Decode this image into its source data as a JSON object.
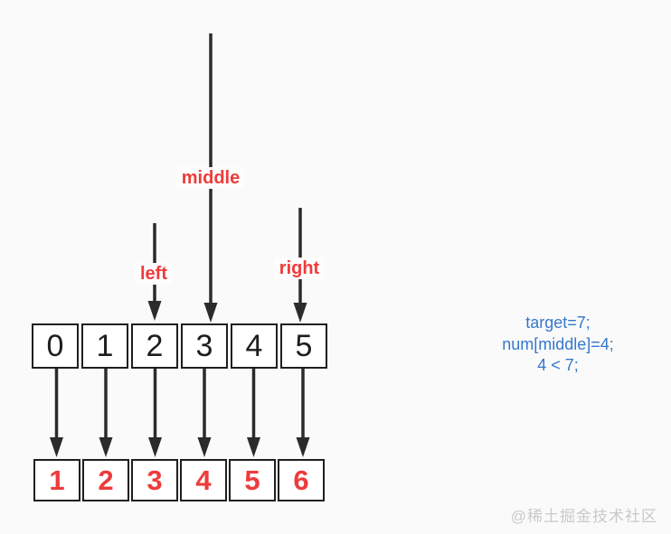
{
  "pointers": {
    "left": "left",
    "middle": "middle",
    "right": "right"
  },
  "arrays": {
    "index_row": {
      "values": [
        "0",
        "1",
        "2",
        "3",
        "4",
        "5"
      ]
    },
    "value_row": {
      "values": [
        "1",
        "2",
        "3",
        "4",
        "5",
        "6"
      ]
    }
  },
  "annotation": {
    "lines": [
      "target=7;",
      "num[middle]=4;",
      "4 < 7;"
    ]
  },
  "watermark": {
    "text": "@稀土掘金技术社区"
  },
  "colors": {
    "background": "#fafafa",
    "arrow": "#2b2b2b",
    "pointer_label_red": "#ee3b3b",
    "annotation_blue": "#3478cd",
    "cell_border": "#1f1f1f",
    "cell_fill": "#ffffff",
    "watermark_gray": "#c9c9c9"
  }
}
